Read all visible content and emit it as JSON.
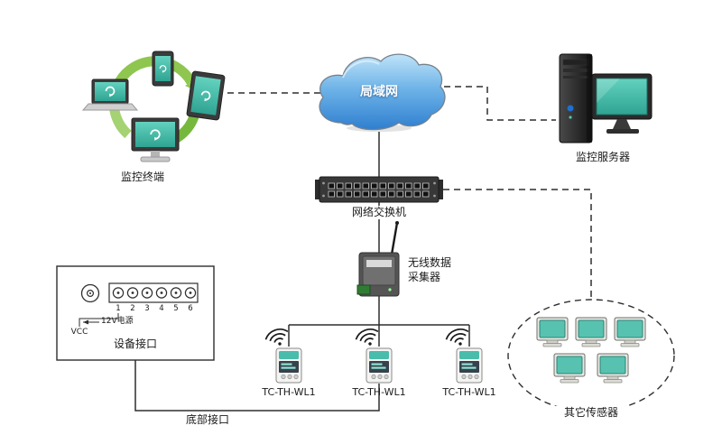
{
  "diagram": {
    "nodes": {
      "monitor_terminal": {
        "label": "监控终端"
      },
      "lan_cloud": {
        "label": "局域网"
      },
      "monitor_server": {
        "label": "监控服务器"
      },
      "network_switch": {
        "label": "网络交换机"
      },
      "wireless_collector": {
        "label_line1": "无线数据",
        "label_line2": "采集器"
      },
      "device_interface": {
        "label": "设备接口",
        "vcc": "VCC",
        "power": "12V电源",
        "terminals": [
          "1",
          "2",
          "3",
          "4",
          "5",
          "6"
        ]
      },
      "sensors": [
        {
          "label": "TC-TH-WL1"
        },
        {
          "label": "TC-TH-WL1"
        },
        {
          "label": "TC-TH-WL1"
        }
      ],
      "bottom_interface": {
        "label": "底部接口"
      },
      "other_sensors": {
        "label": "其它传感器"
      }
    },
    "icons": {
      "sync": "circular-arrows",
      "wifi": "wifi-signal",
      "antenna": "antenna-rod",
      "cloud": "network-cloud"
    },
    "colors": {
      "accent_green": "#8dc63f",
      "screen_teal": "#4cbcab",
      "cloud_blue": "#2f7fd0",
      "line": "#2e2e2e"
    }
  }
}
